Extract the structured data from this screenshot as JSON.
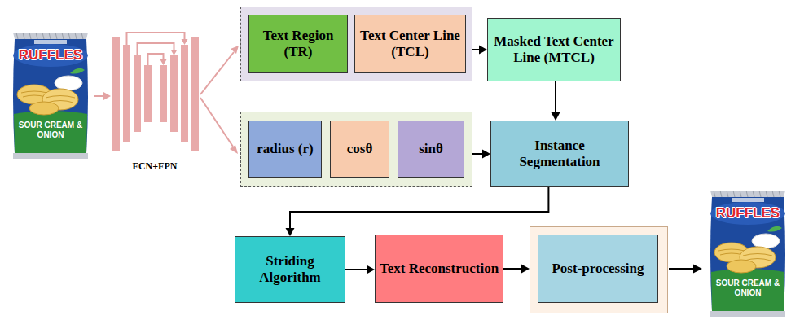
{
  "diagram": {
    "nodes": [
      {
        "text": []
      },
      {
        "text": [
          "Text Region (TR)"
        ],
        "in": 0
      },
      {
        "text": [
          "Text Center Line (TCL)"
        ],
        "in": 0
      },
      {
        "text": [
          "Masked Text Center Line (MTCL)"
        ]
      },
      {
        "text": []
      },
      {
        "text": [
          "radius (r)"
        ],
        "in": 4
      },
      {
        "text": [
          "cosθ"
        ],
        "in": 4
      },
      {
        "text": [
          "sinθ"
        ],
        "in": 4
      },
      {
        "text": [
          "Instance Segmentation"
        ]
      },
      {
        "text": [
          "Striding Algorithm"
        ]
      },
      {
        "text": [
          "Text Reconstruction"
        ]
      },
      {
        "text": []
      },
      {
        "text": [
          "Post-processing"
        ],
        "in": 11
      }
    ],
    "edges": [
      {
        "from": 0,
        "to": 3,
        "arrow": "to"
      },
      {
        "from": 3,
        "to": 8,
        "arrow": "to"
      },
      {
        "from": 4,
        "to": 8,
        "arrow": "to"
      },
      {
        "from": 8,
        "to": 9,
        "arrow": "to"
      },
      {
        "from": 9,
        "to": 10,
        "arrow": "to"
      },
      {
        "from": 10,
        "to": 11,
        "arrow": "to"
      }
    ],
    "labels": [
      "RUFFLES",
      "SOUR CREAM & ONION",
      "FCN+FPN",
      "RUFFLES",
      "SOUR CREAM & ONION"
    ]
  }
}
